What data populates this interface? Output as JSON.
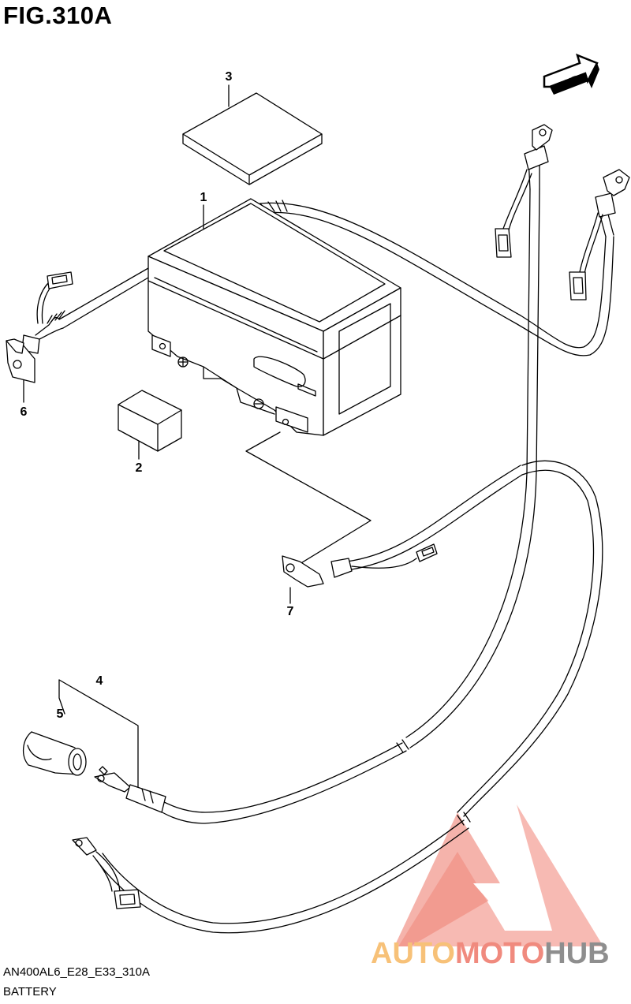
{
  "figure": {
    "title": "FIG.310A"
  },
  "orientation": {
    "label": "FWD"
  },
  "callouts": [
    "1",
    "2",
    "3",
    "4",
    "5",
    "6",
    "7"
  ],
  "footer": {
    "code": "AN400AL6_E28_E33_310A",
    "name": "BATTERY"
  },
  "watermark": {
    "part1": "AUTO",
    "part2": "MOTO",
    "part3": "HUB",
    "colors": {
      "auto": "#f7c178",
      "moto": "#f08a7e",
      "hub": "#8e8e8e"
    }
  }
}
